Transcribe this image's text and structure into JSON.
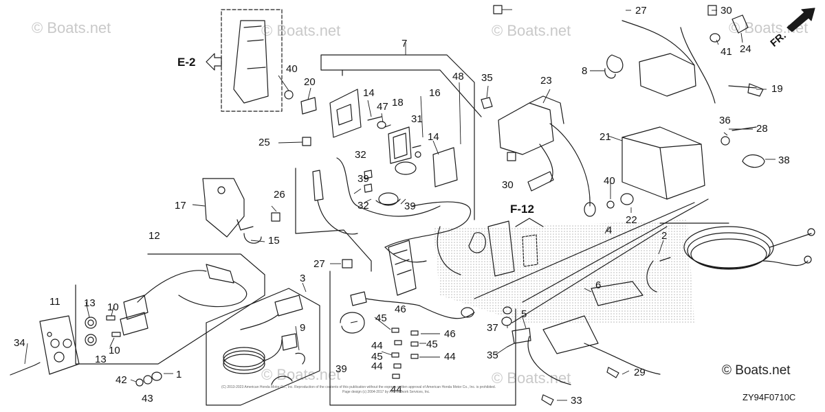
{
  "watermarks": [
    "© Boats.net",
    "© Boats.net",
    "© Boats.net",
    "© Boats.net",
    "© Boats.net",
    "© Boats.net"
  ],
  "footer_watermark": "© Boats.net",
  "diagram_code": "ZY94F0710C",
  "copyright_line1": "(C) 2013-2023 American Honda Motor Co., Inc. Reproduction of the contents of this publication without the express written approval of American Honda Motor Co., Inc. is prohibited.",
  "copyright_line2": "Page design (c) 2004-2017 by ARI Network Services, Inc.",
  "section_refs": {
    "e2": "E-2",
    "f12": "F-12",
    "fr": "FR."
  },
  "part_labels": [
    "1",
    "2",
    "3",
    "4",
    "5",
    "6",
    "7",
    "8",
    "9",
    "10",
    "10",
    "11",
    "12",
    "13",
    "13",
    "14",
    "14",
    "15",
    "16",
    "17",
    "18",
    "19",
    "20",
    "21",
    "22",
    "23",
    "24",
    "25",
    "26",
    "27",
    "27",
    "28",
    "29",
    "30",
    "30",
    "31",
    "32",
    "32",
    "33",
    "34",
    "35",
    "35",
    "36",
    "37",
    "38",
    "39",
    "39",
    "39",
    "40",
    "40",
    "41",
    "42",
    "43",
    "44",
    "44",
    "44",
    "44",
    "45",
    "45",
    "45",
    "46",
    "46",
    "47",
    "48"
  ],
  "colors": {
    "line": "#1a1a1a",
    "watermark": "#c9c9c9",
    "stipple": "#bdbdbd"
  }
}
